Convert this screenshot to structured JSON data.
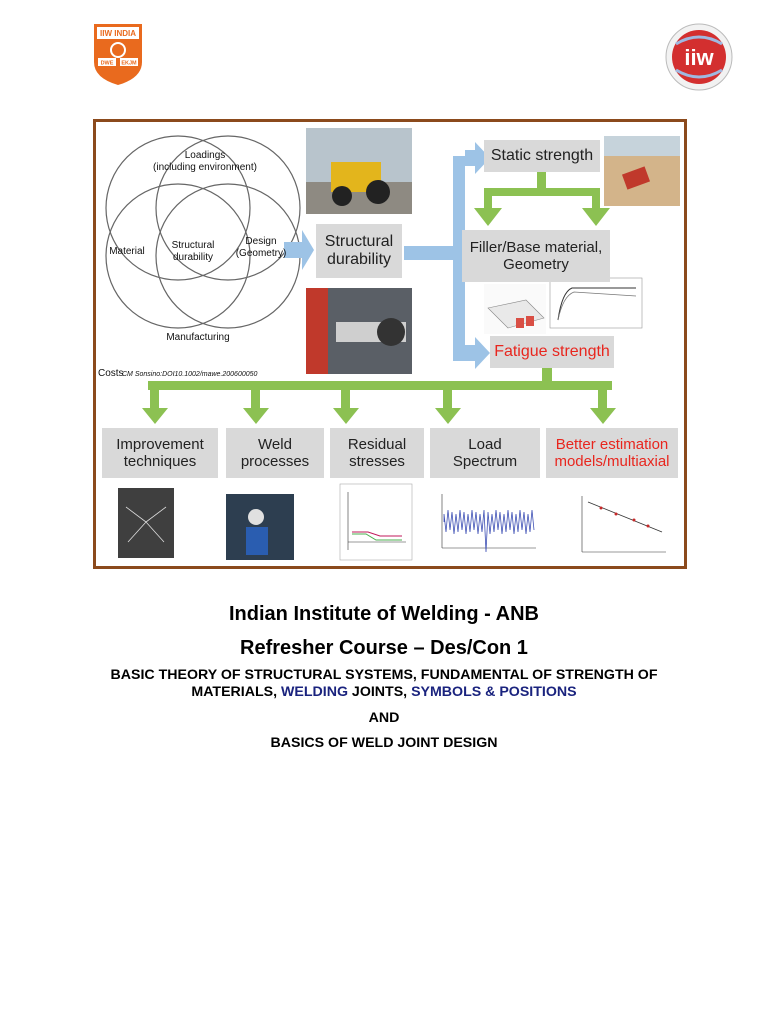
{
  "logos": {
    "left": {
      "text_top": "IIW INDIA",
      "text_left": "DWE",
      "text_right": "EKJM",
      "color": "#e96a1e"
    },
    "right": {
      "text": "iiw",
      "color": "#d32f2f"
    }
  },
  "figure": {
    "venn": {
      "loadings": "Loadings\n(including environment)",
      "material": "Material",
      "design": "Design\n(Geometry)",
      "manufacturing": "Manufacturing",
      "center": "Structural\ndurability",
      "costs": "Costs",
      "citation": "CM Sonsino:DOI10.1002/mawe.200600050"
    },
    "boxes": {
      "structural_durability": "Structural\ndurability",
      "static_strength": "Static strength",
      "filler_base": "Filler/Base material,\nGeometry",
      "fatigue_strength": "Fatigue strength",
      "improvement": "Improvement\ntechniques",
      "weld_processes": "Weld\nprocesses",
      "residual_stresses": "Residual\nstresses",
      "load_spectrum": "Load\nSpectrum",
      "better_estimation": "Better estimation\nmodels/multiaxial"
    },
    "colors": {
      "arrow_blue": "#9dc3e6",
      "arrow_green": "#8cc152",
      "box_gray": "#d9d9d9",
      "frame": "#8b4a1c",
      "red_text": "#e8261e"
    }
  },
  "heading": {
    "line1": "Indian Institute of Welding - ANB",
    "line2": "Refresher Course – Des/Con 1"
  },
  "subtitle": {
    "part1": "BASIC THEORY OF STRUCTURAL SYSTEMS, FUNDAMENTAL OF STRENGTH OF MATERIALS, ",
    "welding": "WELDING",
    "joints": " JOINTS, ",
    "symbols": "SYMBOLS & POSITIONS",
    "and": "AND",
    "last": "BASICS OF WELD JOINT DESIGN"
  }
}
